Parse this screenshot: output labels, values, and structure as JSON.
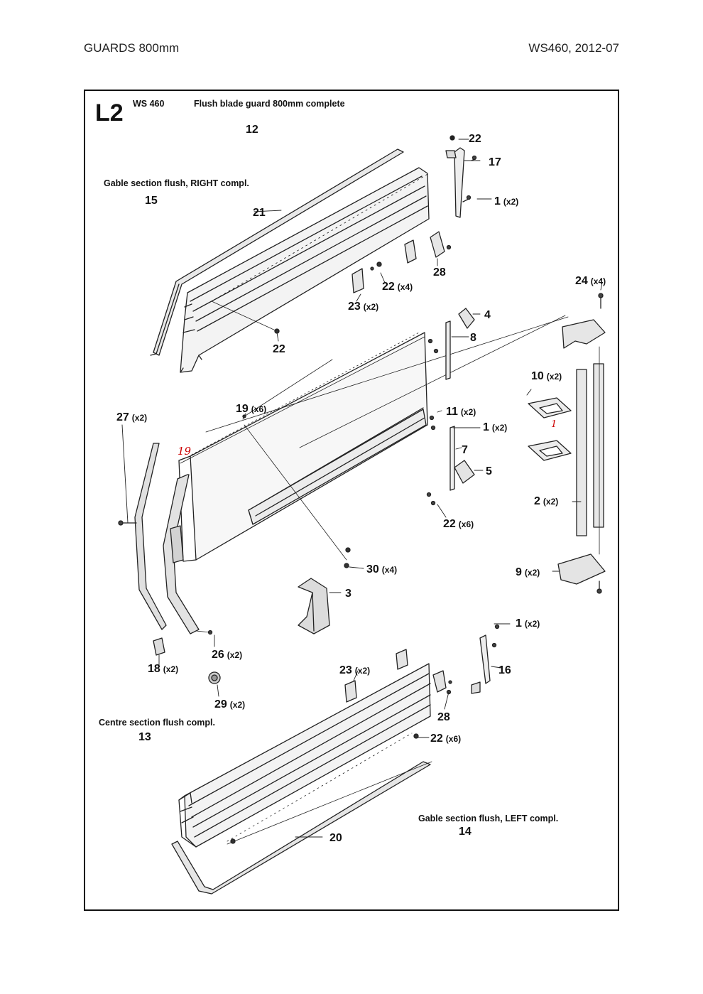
{
  "header": {
    "left": "GUARDS 800mm",
    "right": "WS460, 2012-07"
  },
  "box": {
    "code": "L2",
    "model": "WS 460",
    "title": "Flush blade guard 800mm complete",
    "assembly_number": "12"
  },
  "sections": {
    "right": {
      "caption": "Gable section flush, RIGHT compl.",
      "number": "15"
    },
    "centre": {
      "caption": "Centre section flush compl.",
      "number": "13"
    },
    "left": {
      "caption": "Gable section flush, LEFT compl.",
      "number": "14"
    }
  },
  "callouts": [
    {
      "id": "c22a",
      "num": "22",
      "qty": ""
    },
    {
      "id": "c17",
      "num": "17",
      "qty": ""
    },
    {
      "id": "c1a",
      "num": "1",
      "qty": "(x2)"
    },
    {
      "id": "c21",
      "num": "21",
      "qty": ""
    },
    {
      "id": "c28a",
      "num": "28",
      "qty": ""
    },
    {
      "id": "c22b",
      "num": "22",
      "qty": "(x4)"
    },
    {
      "id": "c23a",
      "num": "23",
      "qty": "(x2)"
    },
    {
      "id": "c22c",
      "num": "22",
      "qty": ""
    },
    {
      "id": "c24",
      "num": "24",
      "qty": "(x4)"
    },
    {
      "id": "c4",
      "num": "4",
      "qty": ""
    },
    {
      "id": "c8",
      "num": "8",
      "qty": ""
    },
    {
      "id": "c10",
      "num": "10",
      "qty": "(x2)"
    },
    {
      "id": "c19",
      "num": "19",
      "qty": "(x6)"
    },
    {
      "id": "c27",
      "num": "27",
      "qty": "(x2)"
    },
    {
      "id": "c11",
      "num": "11",
      "qty": "(x2)"
    },
    {
      "id": "c1b",
      "num": "1",
      "qty": "(x2)"
    },
    {
      "id": "c7",
      "num": "7",
      "qty": ""
    },
    {
      "id": "c5",
      "num": "5",
      "qty": ""
    },
    {
      "id": "c2",
      "num": "2",
      "qty": "(x2)"
    },
    {
      "id": "c22d",
      "num": "22",
      "qty": "(x6)"
    },
    {
      "id": "c30",
      "num": "30",
      "qty": "(x4)"
    },
    {
      "id": "c9",
      "num": "9",
      "qty": "(x2)"
    },
    {
      "id": "c3",
      "num": "3",
      "qty": ""
    },
    {
      "id": "c1c",
      "num": "1",
      "qty": "(x2)"
    },
    {
      "id": "c26",
      "num": "26",
      "qty": "(x2)"
    },
    {
      "id": "c18",
      "num": "18",
      "qty": "(x2)"
    },
    {
      "id": "c23b",
      "num": "23",
      "qty": "(x2)"
    },
    {
      "id": "c16",
      "num": "16",
      "qty": ""
    },
    {
      "id": "c29",
      "num": "29",
      "qty": "(x2)"
    },
    {
      "id": "c28b",
      "num": "28",
      "qty": ""
    },
    {
      "id": "c22e",
      "num": "22",
      "qty": "(x6)"
    },
    {
      "id": "c20",
      "num": "20",
      "qty": ""
    }
  ],
  "handwritten": {
    "note19": "19",
    "note1": "1"
  }
}
